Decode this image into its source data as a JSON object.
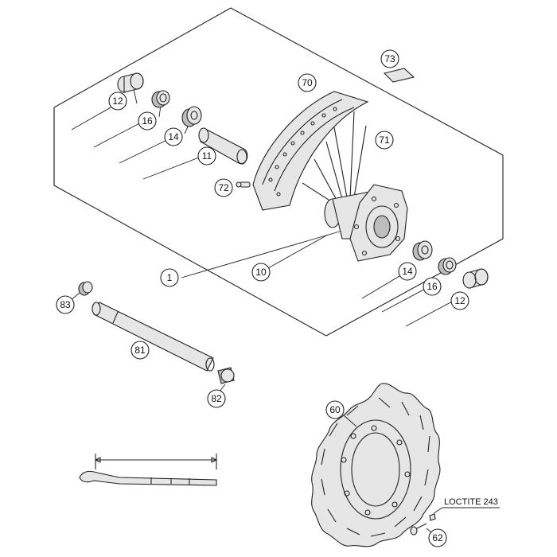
{
  "callouts": {
    "c73": "73",
    "c70": "70",
    "c71": "71",
    "c12a": "12",
    "c16a": "16",
    "c14a": "14",
    "c11": "11",
    "c72": "72",
    "c10": "10",
    "c1": "1",
    "c14b": "14",
    "c16b": "16",
    "c12b": "12",
    "c83": "83",
    "c81": "81",
    "c82": "82",
    "c60": "60",
    "c62": "62"
  },
  "notes": {
    "loctite": "LOCTITE 243"
  }
}
